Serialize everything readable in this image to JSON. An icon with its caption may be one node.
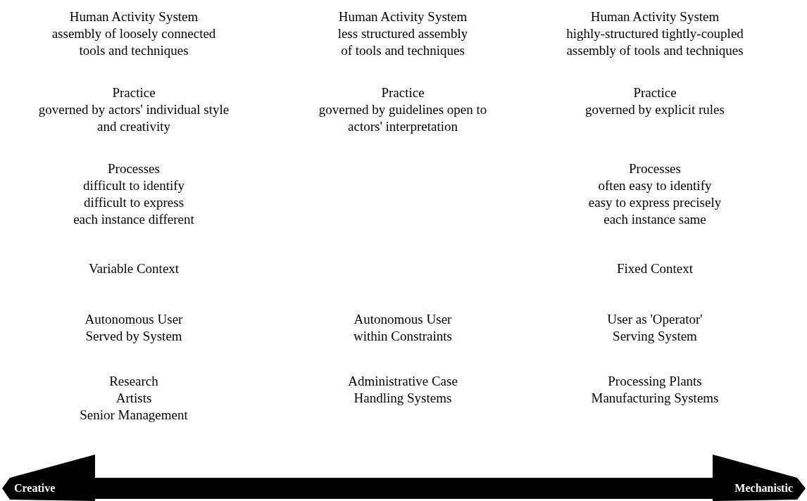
{
  "diagram": {
    "labels": [
      "Human Activity System",
      "assembly of loosely connected tools and techniques",
      "Human Activity System",
      "less structured assembly of tools and techniques",
      "Human Activity System",
      "highly-structured tightly-coupled assembly of tools and techniques",
      "Practice",
      "governed by actors' individual style and creativity",
      "Practice",
      "governed by guidelines open to actors' interpretation",
      "Practice",
      "governed by explicit rules",
      "Processes",
      "difficult to identify",
      "difficult to express",
      "each instance different",
      "Processes",
      "often easy to identify",
      "easy to express precisely",
      "each instance same",
      "Variable Context",
      "Fixed Context",
      "Autonomous User",
      "Served by System",
      "Autonomous User",
      "within Constraints",
      "User as 'Operator'",
      "Serving System",
      "Research",
      "Artists",
      "Senior Management",
      "Administrative Case",
      "Handling Systems",
      "Processing Plants",
      "Manufacturing Systems",
      "Creative",
      "Mechanistic"
    ]
  }
}
